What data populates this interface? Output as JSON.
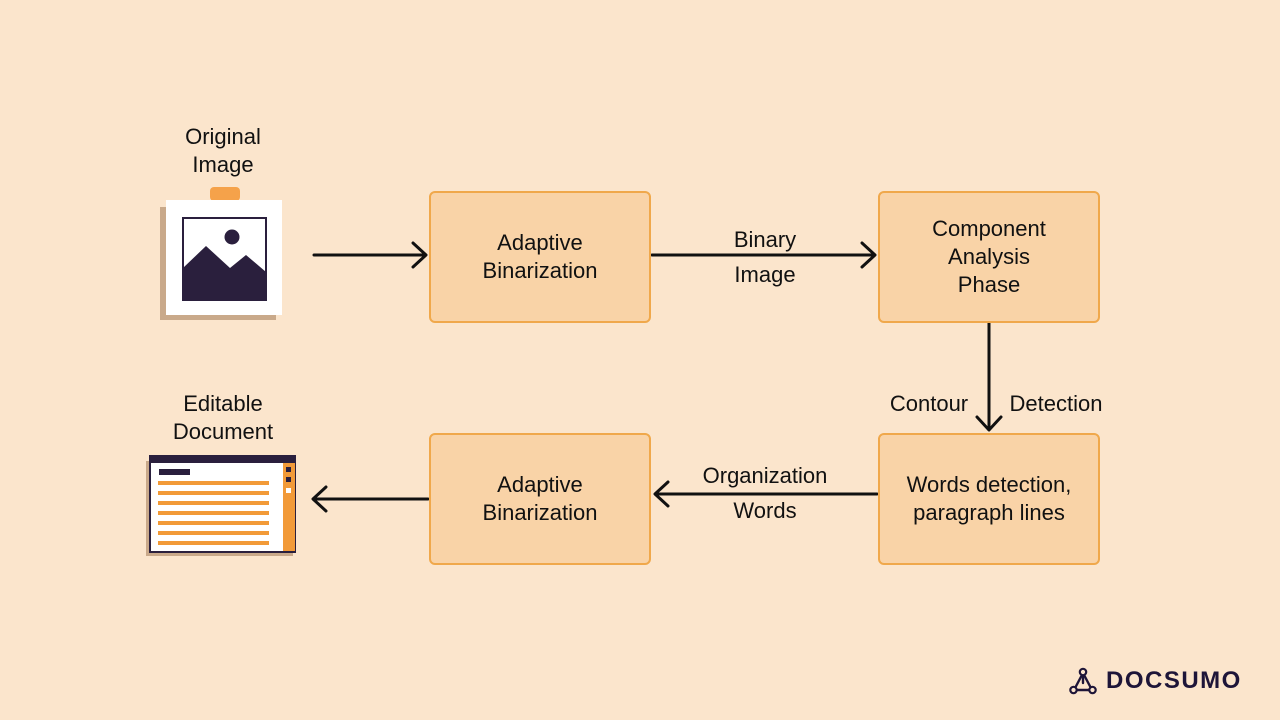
{
  "nodes": {
    "original_image": {
      "label": "Original\nImage"
    },
    "adaptive_binarization_top": {
      "label": "Adaptive\nBinarization"
    },
    "component_analysis": {
      "label": "Component\nAnalysis\nPhase"
    },
    "words_detection": {
      "label": "Words detection,\nparagraph lines"
    },
    "adaptive_binarization_bottom": {
      "label": "Adaptive\nBinarization"
    },
    "editable_document": {
      "label": "Editable\nDocument"
    }
  },
  "edges": {
    "binary_image": {
      "label_top": "Binary",
      "label_bottom": "Image"
    },
    "contour_detection": {
      "label_left": "Contour",
      "label_right": "Detection"
    },
    "organization_words": {
      "label_top": "Organization",
      "label_bottom": "Words"
    }
  },
  "brand": {
    "name": "DOCSUMO"
  },
  "colors": {
    "background": "#fbe5cc",
    "box_fill": "#f9d3a7",
    "box_border": "#f0a84b",
    "accent_orange": "#f29a38",
    "dark": "#2a1f3d"
  },
  "icons": {
    "original_image": "image-icon",
    "editable_document": "document-icon",
    "brand": "docsumo-logo-icon"
  }
}
